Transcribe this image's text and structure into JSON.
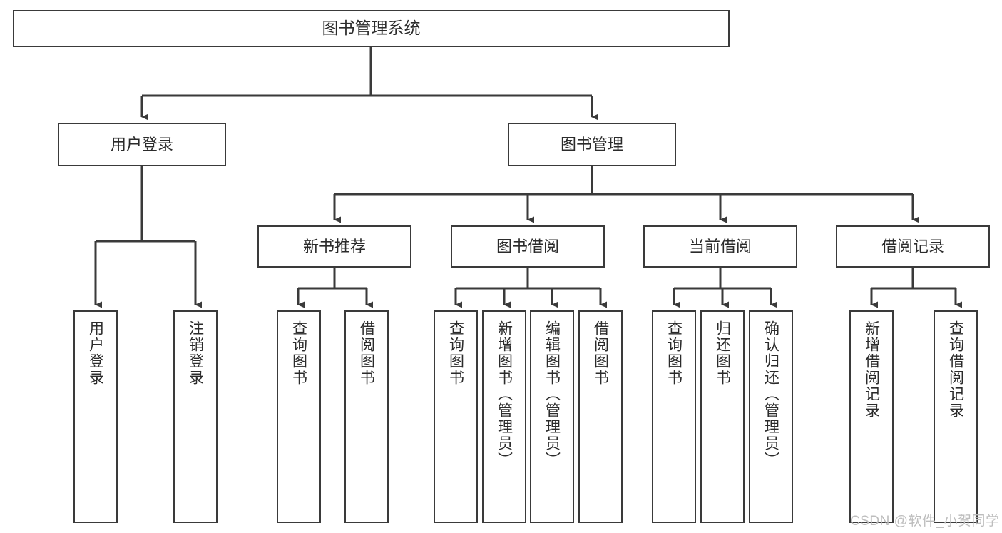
{
  "diagram": {
    "title": "图书管理系统",
    "type": "tree-hierarchy-chart",
    "stroke_color": "#3a3a3a",
    "fill_color": "#ffffff",
    "text_color": "#2b2b2b"
  },
  "nodes": {
    "root": {
      "label": "图书管理系统"
    },
    "level2": [
      {
        "label": "用户登录"
      },
      {
        "label": "图书管理"
      }
    ],
    "level3": [
      {
        "label": "新书推荐"
      },
      {
        "label": "图书借阅"
      },
      {
        "label": "当前借阅"
      },
      {
        "label": "借阅记录"
      }
    ],
    "leaves_user_login": [
      {
        "label": "用户登录"
      },
      {
        "label": "注销登录"
      }
    ],
    "leaves_new_book": [
      {
        "label": "查询图书"
      },
      {
        "label": "借阅图书"
      }
    ],
    "leaves_borrow": [
      {
        "label": "查询图书"
      },
      {
        "label": "新增图书（管理员）"
      },
      {
        "label": "编辑图书（管理员）"
      },
      {
        "label": "借阅图书"
      }
    ],
    "leaves_current": [
      {
        "label": "查询图书"
      },
      {
        "label": "归还图书"
      },
      {
        "label": "确认归还（管理员）"
      }
    ],
    "leaves_records": [
      {
        "label": "新增借阅记录"
      },
      {
        "label": "查询借阅记录"
      }
    ]
  },
  "watermark": {
    "text": "CSDN @软件_小贺同学"
  }
}
